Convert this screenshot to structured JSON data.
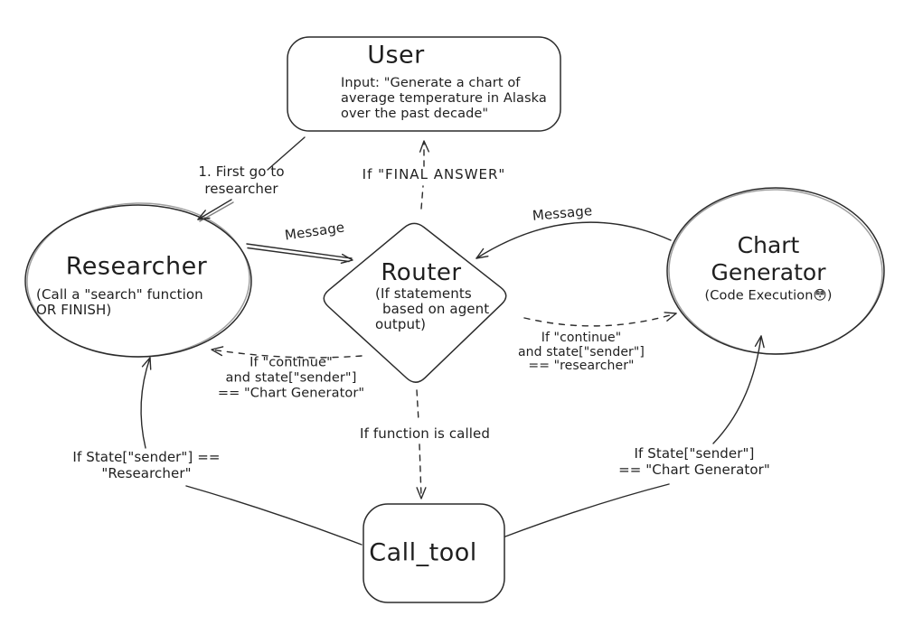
{
  "colors": {
    "ink": "#2b2b2b",
    "background": "#ffffff"
  },
  "nodes": {
    "user": {
      "title": "User",
      "lines": [
        "Input: \"Generate a chart of",
        "average temperature in Alaska",
        "over the past decade\""
      ]
    },
    "researcher": {
      "title": "Researcher",
      "lines": [
        "(Call a \"search\" function",
        "OR FINISH)"
      ]
    },
    "router": {
      "title": "Router",
      "lines": [
        "(If statements",
        "based on agent",
        "output)"
      ]
    },
    "chart_generator": {
      "title_lines": [
        "Chart",
        "Generator"
      ],
      "subtitle": "(Code Execution😳)"
    },
    "call_tool": {
      "title": "Call_tool"
    }
  },
  "edges": {
    "user_to_researcher": {
      "lines": [
        "1. First go to",
        "researcher"
      ]
    },
    "router_to_user": {
      "label": "If \"FINAL ANSWER\""
    },
    "researcher_to_router": {
      "label": "Message"
    },
    "chart_generator_to_router": {
      "label": "Message"
    },
    "router_to_researcher": {
      "lines": [
        "If \"continue\"",
        "and state[\"sender\"]",
        "== \"Chart Generator\""
      ]
    },
    "router_to_chart_generator": {
      "lines": [
        "If \"continue\"",
        "and state[\"sender\"]",
        "== \"researcher\""
      ]
    },
    "router_to_call_tool": {
      "label": "If function is called"
    },
    "call_tool_to_researcher": {
      "lines": [
        "If State[\"sender\"] ==",
        "\"Researcher\""
      ]
    },
    "call_tool_to_chart_generator": {
      "lines": [
        "If State[\"sender\"]",
        "== \"Chart Generator\""
      ]
    }
  }
}
